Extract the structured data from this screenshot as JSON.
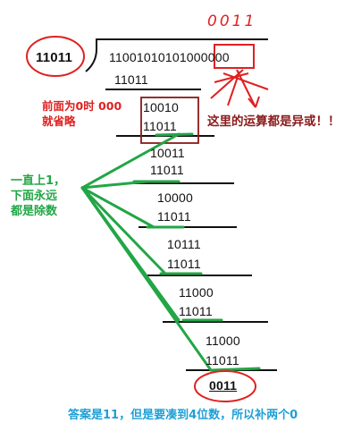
{
  "annotation_top": "0011",
  "divisor": "11011",
  "dividend": "1100101010100",
  "appended_zeros": "0000",
  "rows": [
    {
      "top": "11011",
      "bottom": ""
    },
    {
      "top": "10010",
      "bottom": "11011"
    },
    {
      "top": "10011",
      "bottom": "11011"
    },
    {
      "top": "10000",
      "bottom": "11011"
    },
    {
      "top": "10111",
      "bottom": "11011"
    },
    {
      "top": "11000",
      "bottom": "11011"
    },
    {
      "top": "11000",
      "bottom": "11011"
    }
  ],
  "leading_zeros": "000",
  "remainder": "0011",
  "note_leading_zero": "前面为0时 000",
  "note_leading_zero_2": "就省略",
  "note_xor": "这里的运算都是异或！！",
  "note_green": [
    "一直上1，",
    "下面永远",
    "都是除数"
  ],
  "note_answer": "答案是11，但是要凑到4位数，所以补两个0",
  "colors": {
    "red": "#e02020",
    "green": "#22a646",
    "blue": "#1f9fd6",
    "maroon": "#8b1a1a"
  }
}
